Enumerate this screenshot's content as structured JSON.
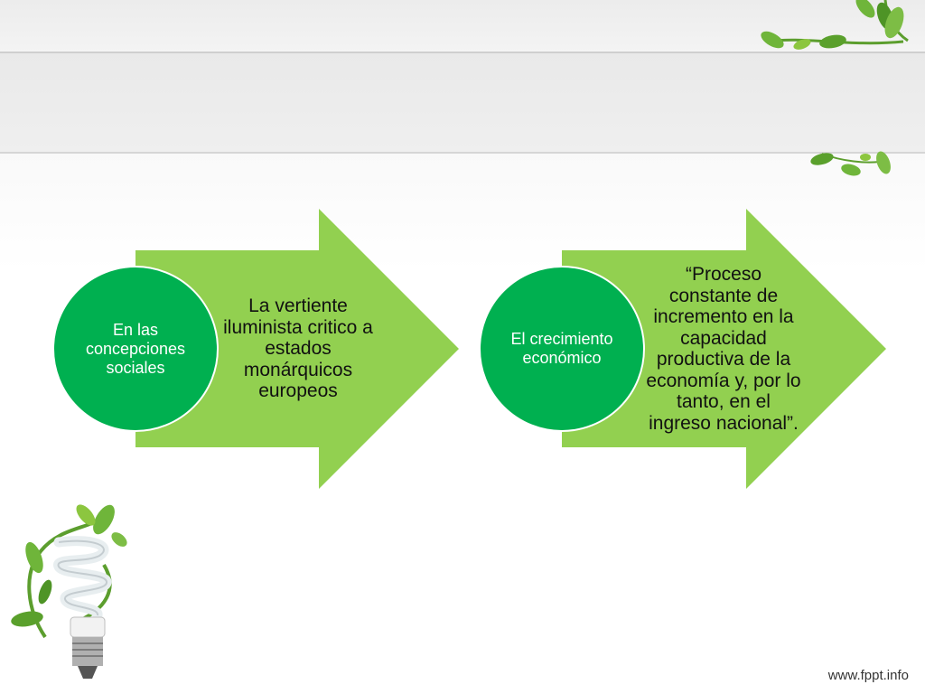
{
  "slide": {
    "title": ""
  },
  "blocks": [
    {
      "circle_label": "En las concepciones sociales",
      "arrow_text": "La vertiente iluminista critico a estados monárquicos europeos"
    },
    {
      "circle_label": "El crecimiento económico",
      "arrow_text": "“Proceso constante de incremento en la capacidad productiva de la economía y, por lo tanto, en el ingreso nacional”."
    }
  ],
  "colors": {
    "arrow_fill": "#92d050",
    "circle_fill": "#00b050",
    "circle_stroke": "#ffffff",
    "leaf_green": "#6fb53a"
  },
  "icons": {
    "top_right": "leaf-vine-icon",
    "bottom_left": "cfl-lightbulb-icon"
  },
  "footer": {
    "url": "www.fppt.info"
  }
}
